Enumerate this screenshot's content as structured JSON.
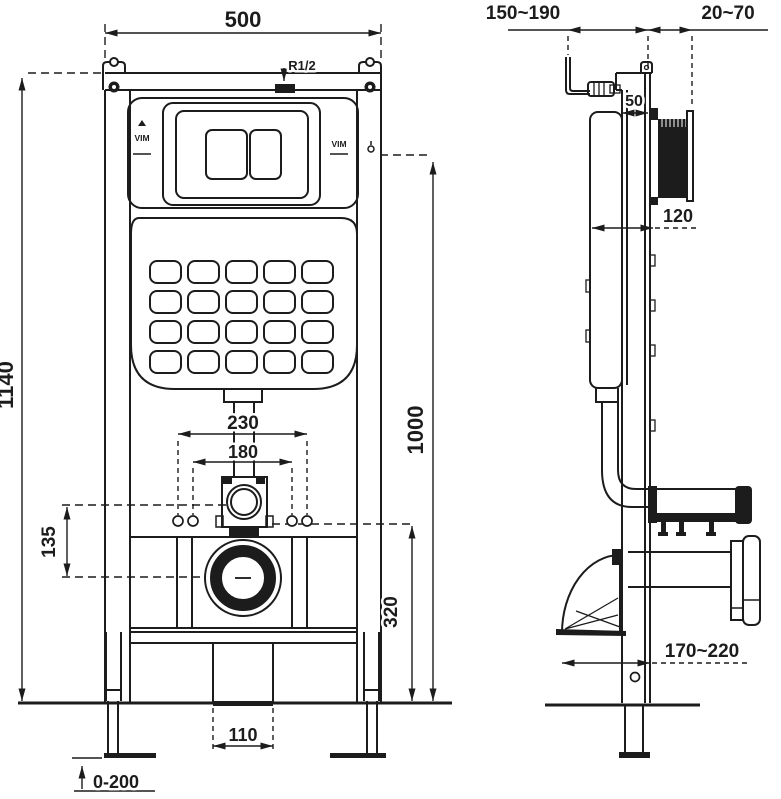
{
  "diagram": {
    "type": "technical-drawing",
    "subject": "Wall-mounted concealed cistern installation frame, front and side elevations",
    "units": "mm",
    "views": {
      "front": "front elevation",
      "side": "side elevation"
    },
    "colors": {
      "line": "#1c1c1c",
      "background": "#ffffff"
    }
  },
  "dims": {
    "front_width": "500",
    "frame_height": "1140",
    "actuator_centre_height": "1000",
    "outer_bolt_spacing": "230",
    "inner_bolt_spacing": "180",
    "bolt_drop": "135",
    "outlet_centre_height": "320",
    "base_opening_width": "110",
    "leg_adjustment_range": "0-200",
    "water_inlet_thread": "R1/2",
    "install_depth_range": "150~190",
    "finish_offset_range": "20~70",
    "upper_frame_depth": "50",
    "frame_depth": "120",
    "outlet_projection_range": "170~220"
  },
  "labels": {
    "brand_left": "VIM",
    "brand_right": "VIM"
  }
}
